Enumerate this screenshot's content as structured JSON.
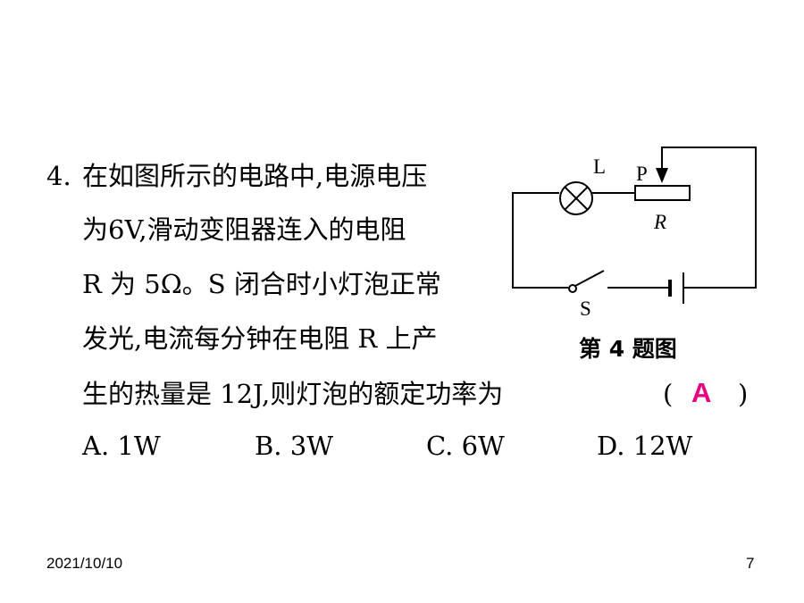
{
  "question": {
    "number": "4.",
    "lines": [
      "在如图所示的电路中,电源电压",
      "为6V,滑动变阻器连入的电阻",
      "R 为 5Ω。S 闭合时小灯泡正常",
      "发光,电流每分钟在电阻 R 上产",
      "生的热量是 12J,则灯泡的额定功率为"
    ],
    "paren_open": "(",
    "answer": "A",
    "paren_close": ")"
  },
  "options": [
    "A. 1W",
    "B. 3W",
    "C. 6W",
    "D. 12W"
  ],
  "figure": {
    "caption": "第 4 题图",
    "labels": {
      "lamp": "L",
      "slider": "P",
      "resistor": "R",
      "switch": "S"
    }
  },
  "footer": {
    "date": "2021/10/10",
    "page": "7"
  },
  "colors": {
    "answer": "#e4007f",
    "ink": "#000000"
  }
}
